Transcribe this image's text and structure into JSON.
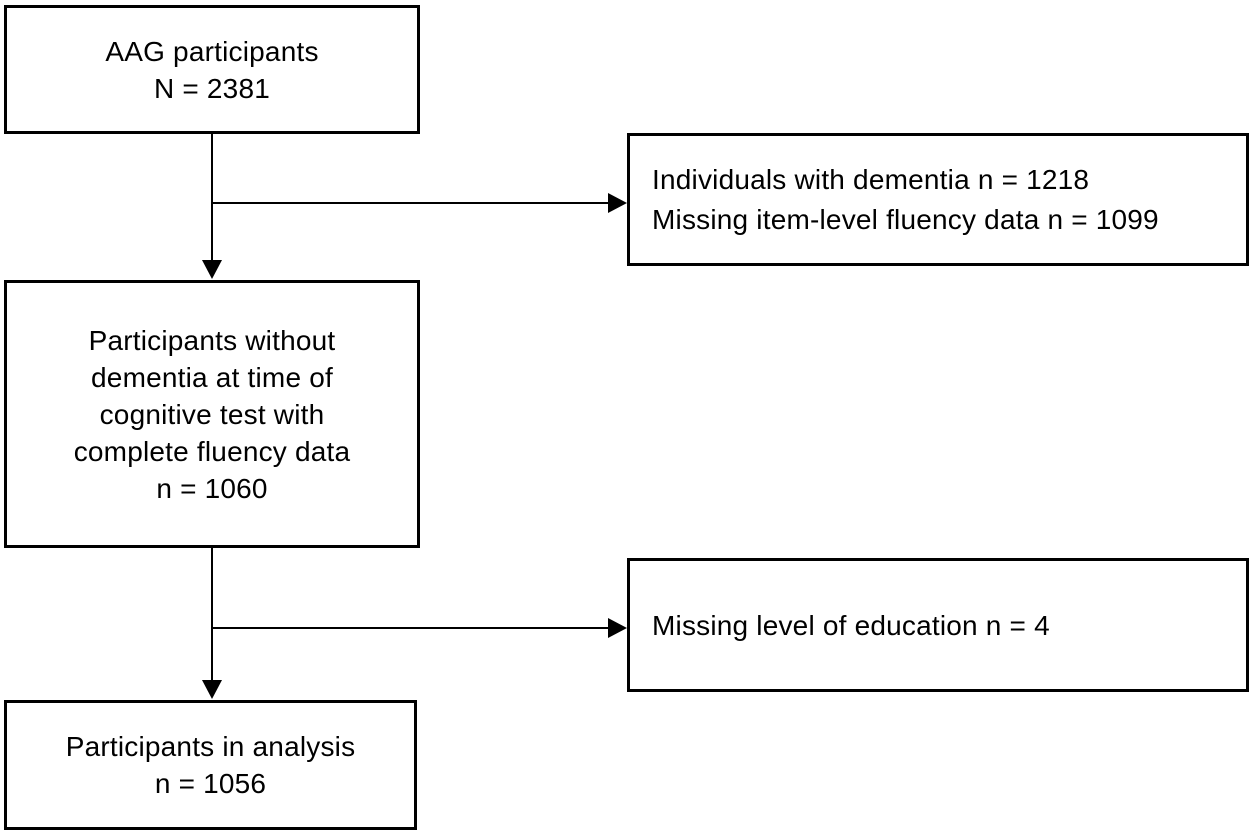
{
  "diagram": {
    "type": "flowchart",
    "colors": {
      "background": "#ffffff",
      "box_border": "#000000",
      "text": "#000000",
      "connector": "#000000"
    },
    "boxes": {
      "aag_participants": {
        "align": "center",
        "lines": [
          "AAG participants",
          "N = 2381"
        ]
      },
      "excluded_dementia_fluency": {
        "align": "left",
        "lines": [
          "Individuals with dementia n = 1218",
          "Missing item-level fluency data n = 1099"
        ]
      },
      "no_dementia_complete_fluency": {
        "align": "center",
        "lines": [
          "Participants without",
          "dementia at time of",
          "cognitive test with",
          "complete fluency data",
          "n = 1060"
        ]
      },
      "missing_education": {
        "align": "left",
        "lines": [
          "Missing level of education n = 4"
        ]
      },
      "participants_in_analysis": {
        "align": "center",
        "lines": [
          "Participants in analysis",
          "n = 1056"
        ]
      }
    },
    "connectors": [
      {
        "from": "aag_participants",
        "to": "no_dementia_complete_fluency",
        "direction": "down"
      },
      {
        "from": "aag_participants",
        "to": "excluded_dementia_fluency",
        "direction": "right"
      },
      {
        "from": "no_dementia_complete_fluency",
        "to": "participants_in_analysis",
        "direction": "down"
      },
      {
        "from": "no_dementia_complete_fluency",
        "to": "missing_education",
        "direction": "right"
      }
    ]
  }
}
